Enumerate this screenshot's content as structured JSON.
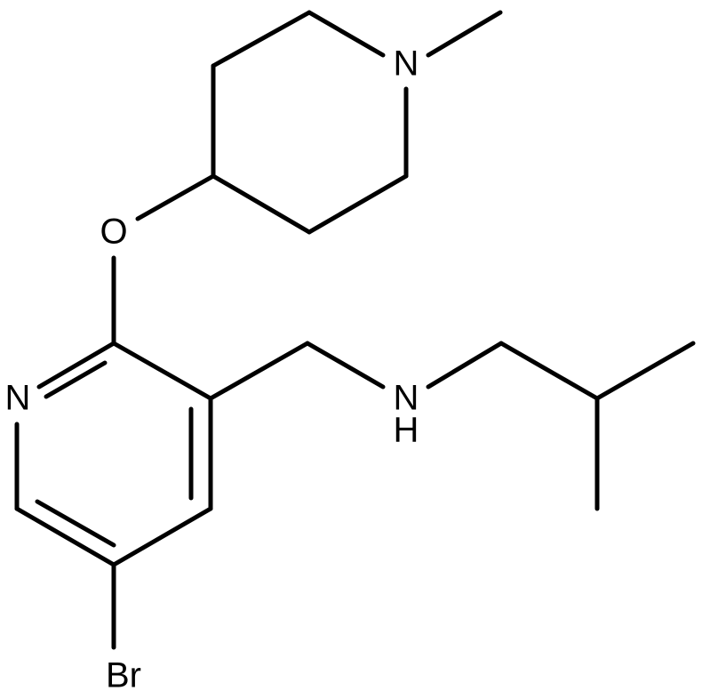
{
  "diagram": {
    "type": "skeletal-formula",
    "colors": {
      "bond": "#000000",
      "label": "#000000",
      "background": "#ffffff"
    },
    "atom_labels": {
      "piperidine_n": "N",
      "ether_o": "O",
      "pyridine_n": "N",
      "amine_n": "N",
      "amine_h": "H",
      "bromine": "Br"
    }
  }
}
